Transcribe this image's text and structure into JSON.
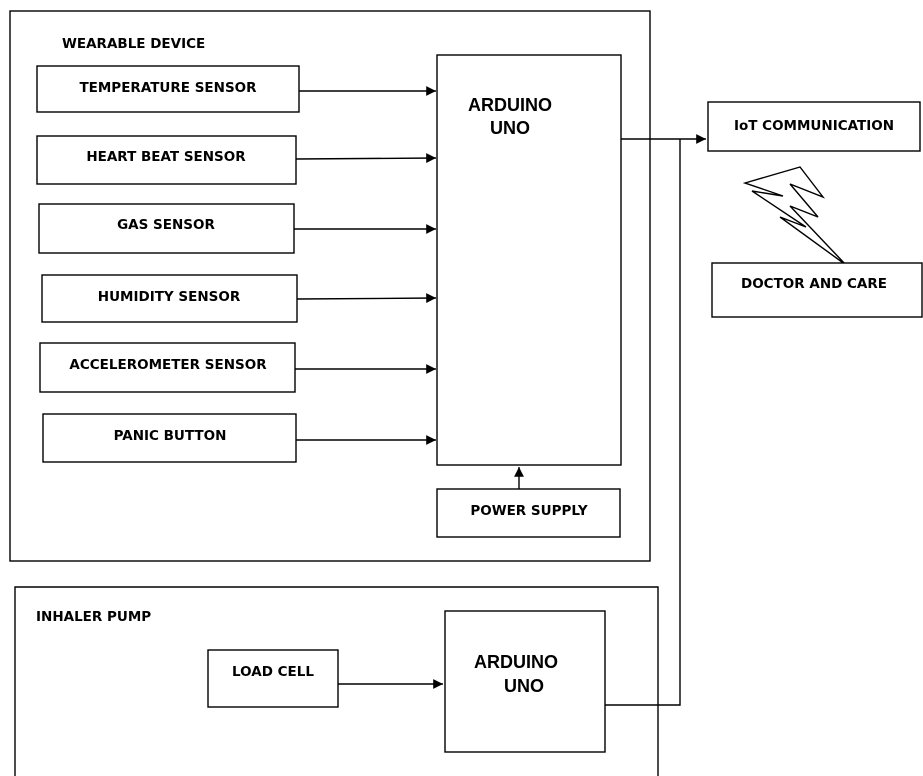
{
  "wearable": {
    "title": "WEARABLE DEVICE",
    "sensors": [
      "TEMPERATURE SENSOR",
      "HEART BEAT SENSOR",
      "GAS SENSOR",
      "HUMIDITY SENSOR",
      "ACCELEROMETER SENSOR",
      "PANIC BUTTON"
    ],
    "controller": {
      "line1": "ARDUINO",
      "line2": "UNO"
    },
    "power": "POWER SUPPLY"
  },
  "iot": {
    "label": "IoT COMMUNICATION"
  },
  "doctor": {
    "label": "DOCTOR AND CARE"
  },
  "inhaler": {
    "title": "INHALER PUMP",
    "load_cell": "LOAD CELL",
    "controller": {
      "line1": "ARDUINO",
      "line2": "UNO"
    }
  }
}
